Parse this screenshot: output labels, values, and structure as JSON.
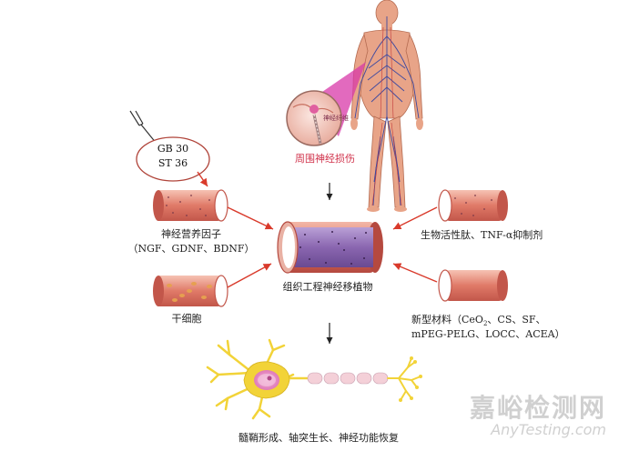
{
  "labels": {
    "injury": "周围神经损伤",
    "acupoint_1": "GB 30",
    "acupoint_2": "ST 36",
    "neurotrophic_line1": "神经营养因子",
    "neurotrophic_line2": "（NGF、GDNF、BDNF）",
    "stem_cell": "干细胞",
    "bioactive": "生物活性肽、TNF-α抑制剂",
    "center_conduit": "组织工程神经移植物",
    "new_material_line1_pre": "新型材料（CeO",
    "new_material_sub": "2",
    "new_material_line1_post": "、CS、SF、",
    "new_material_line2": "mPEG-PELG、LOCC、ACEA）",
    "outcome": "髓鞘形成、轴突生长、神经功能恢复",
    "magnifier_text": "神经纤维"
  },
  "watermark": {
    "chinese": "嘉峪检测网",
    "english": "AnyTesting.com"
  },
  "colors": {
    "arrow_red": "#d93a2b",
    "tube_red": "#e07a68",
    "tube_purple": "#8a66b0",
    "neuron_yellow": "#f2d338",
    "injury_pink": "#d0314a"
  }
}
